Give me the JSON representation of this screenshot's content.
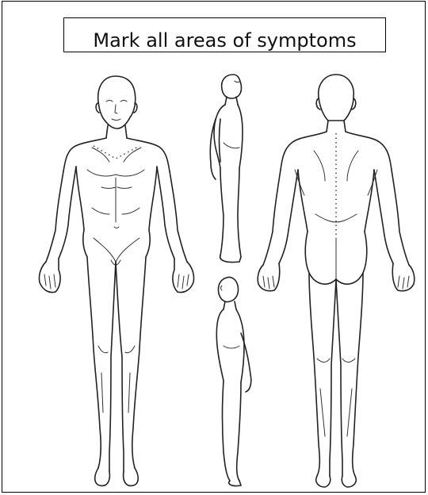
{
  "form": {
    "title": "Mark all areas of symptoms"
  },
  "figure": {
    "views": [
      "front",
      "side-right",
      "back",
      "side-left"
    ],
    "line_color": "#222222",
    "background_color": "#ffffff"
  }
}
